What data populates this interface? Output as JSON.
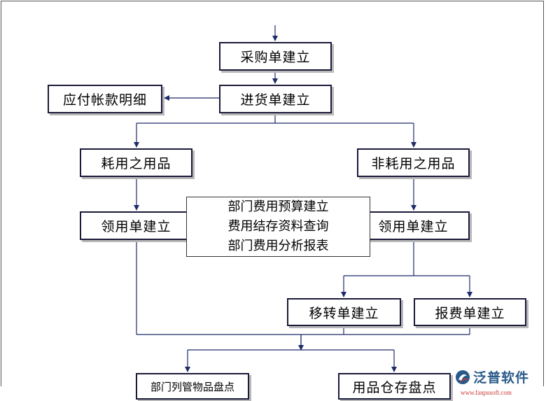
{
  "nodes": {
    "purchase": "采购单建立",
    "payable": "应付帐款明细",
    "receipt": "进货单建立",
    "consumable": "耗用之用品",
    "non_consumable": "非耗用之用品",
    "requisition_left": "领用单建立",
    "requisition_right": "领用单建立",
    "transfer": "移转单建立",
    "scrap": "报费单建立",
    "dept_inventory": "部门列管物品盘点",
    "warehouse_inventory": "用品仓存盘点"
  },
  "info_box": {
    "line1": "部门费用预算建立",
    "line2": "费用结存资料查询",
    "line3": "部门费用分析报表"
  },
  "logo": {
    "text": "泛普软件",
    "url": "www.fanpusoft.com",
    "color": "#2a5a8a"
  },
  "colors": {
    "line": "#1f2a6b"
  }
}
